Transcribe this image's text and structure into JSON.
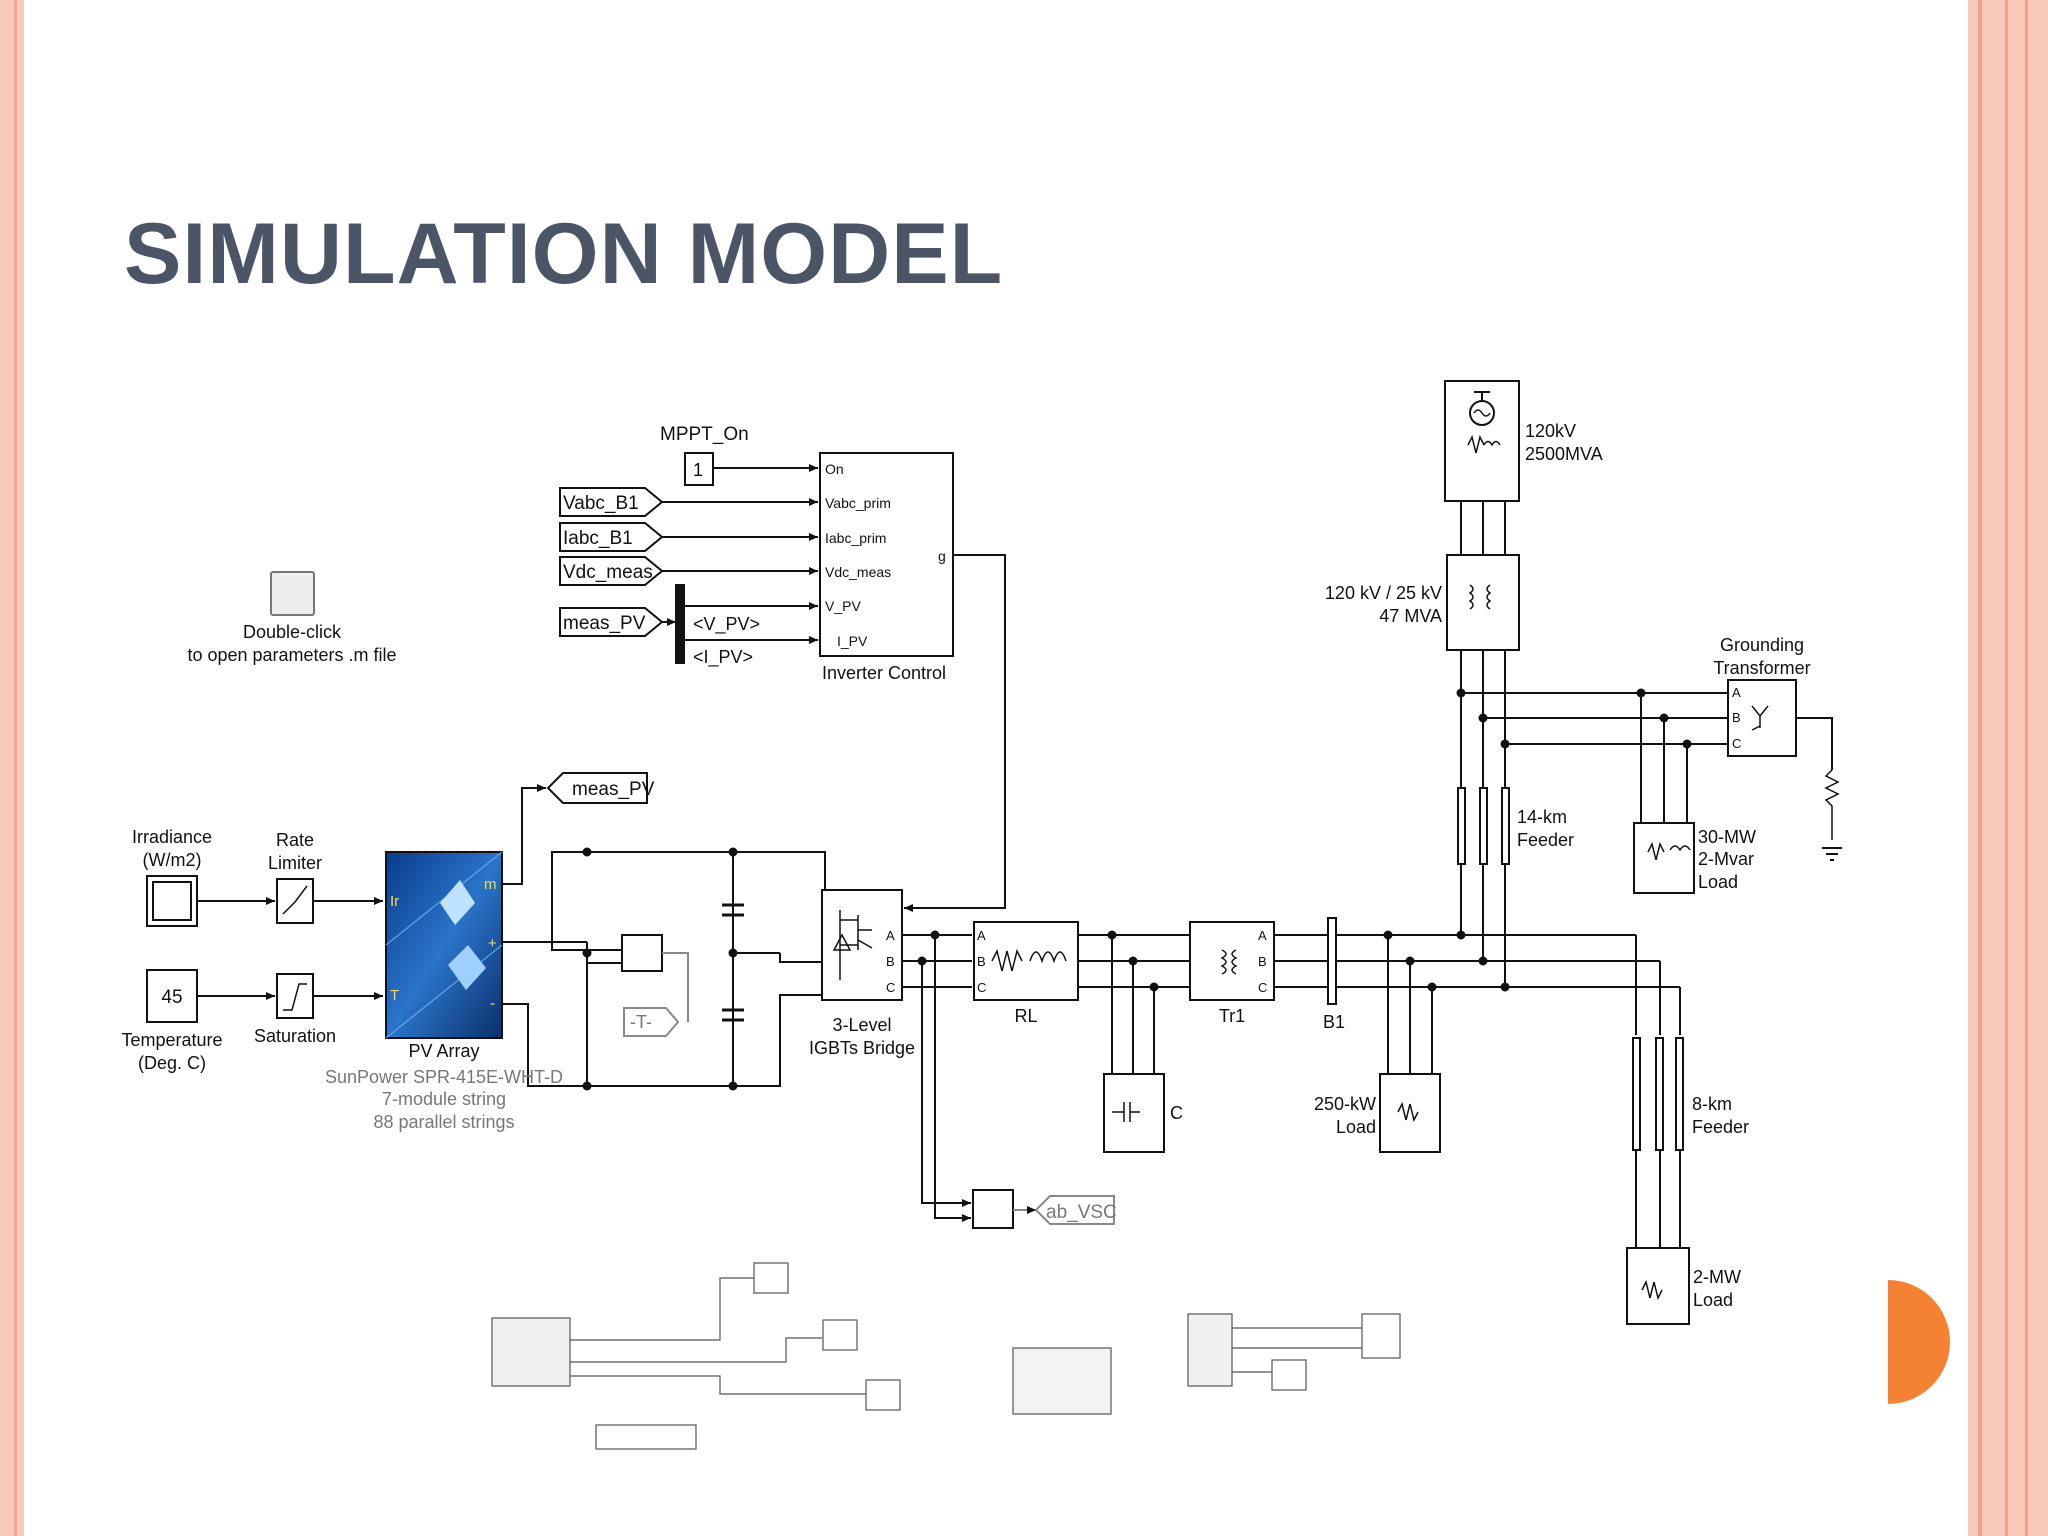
{
  "slide": {
    "title": "SIMULATION MODEL",
    "accent_color": "#f58233",
    "border_color": "#f7c9b8",
    "title_color": "#4c5566"
  },
  "diagram": {
    "mppt_label": "MPPT_On",
    "mppt_value": "1",
    "goto_vabc": "Vabc_B1",
    "goto_iabc": "Iabc_B1",
    "goto_vdc": "Vdc_meas",
    "goto_meas_pv": "meas_PV",
    "bus_v_pv": "<V_PV>",
    "bus_i_pv": "<I_PV>",
    "inverter_ports": [
      "On",
      "Vabc_prim",
      "Iabc_prim",
      "Vdc_meas",
      "V_PV",
      "I_PV"
    ],
    "inverter_out": "g",
    "inverter_label": "Inverter Control",
    "dbl_click_line1": "Double-click",
    "dbl_click_line2": "to open parameters .m file",
    "meas_pv_tag": "meas_PV",
    "irradiance_line1": "Irradiance",
    "irradiance_line2": "(W/m2)",
    "rate_line1": "Rate",
    "rate_line2": "Limiter",
    "temp_value": "45",
    "temp_line1": "Temperature",
    "temp_line2": "(Deg. C)",
    "saturation": "Saturation",
    "pv_ports": [
      "Ir",
      "T",
      "m",
      "+",
      "-"
    ],
    "pv_label": "PV Array",
    "pv_sub1": "SunPower SPR-415E-WHT-D",
    "pv_sub2": "7-module string",
    "pv_sub3": "88 parallel strings",
    "t_tag": "-T-",
    "vsc_tag": "ab_VSC",
    "igbt_line1": "3-Level",
    "igbt_line2": "IGBTs Bridge",
    "rl_label": "RL",
    "tr1_label": "Tr1",
    "b1_label": "B1",
    "c_label": "C",
    "load250_line1": "250-kW",
    "load250_line2": "Load",
    "src_line1": "120kV",
    "src_line2": "2500MVA",
    "xfmr_line1": "120 kV / 25 kV",
    "xfmr_line2": "47 MVA",
    "grounding_line1": "Grounding",
    "grounding_line2": "Transformer",
    "feeder14_line1": "14-km",
    "feeder14_line2": "Feeder",
    "load30_line1": "30-MW",
    "load30_line2": "2-Mvar",
    "load30_line3": "Load",
    "feeder8_line1": "8-km",
    "feeder8_line2": "Feeder",
    "load2_line1": "2-MW",
    "load2_line2": "Load",
    "phase_letters": [
      "A",
      "B",
      "C"
    ]
  }
}
